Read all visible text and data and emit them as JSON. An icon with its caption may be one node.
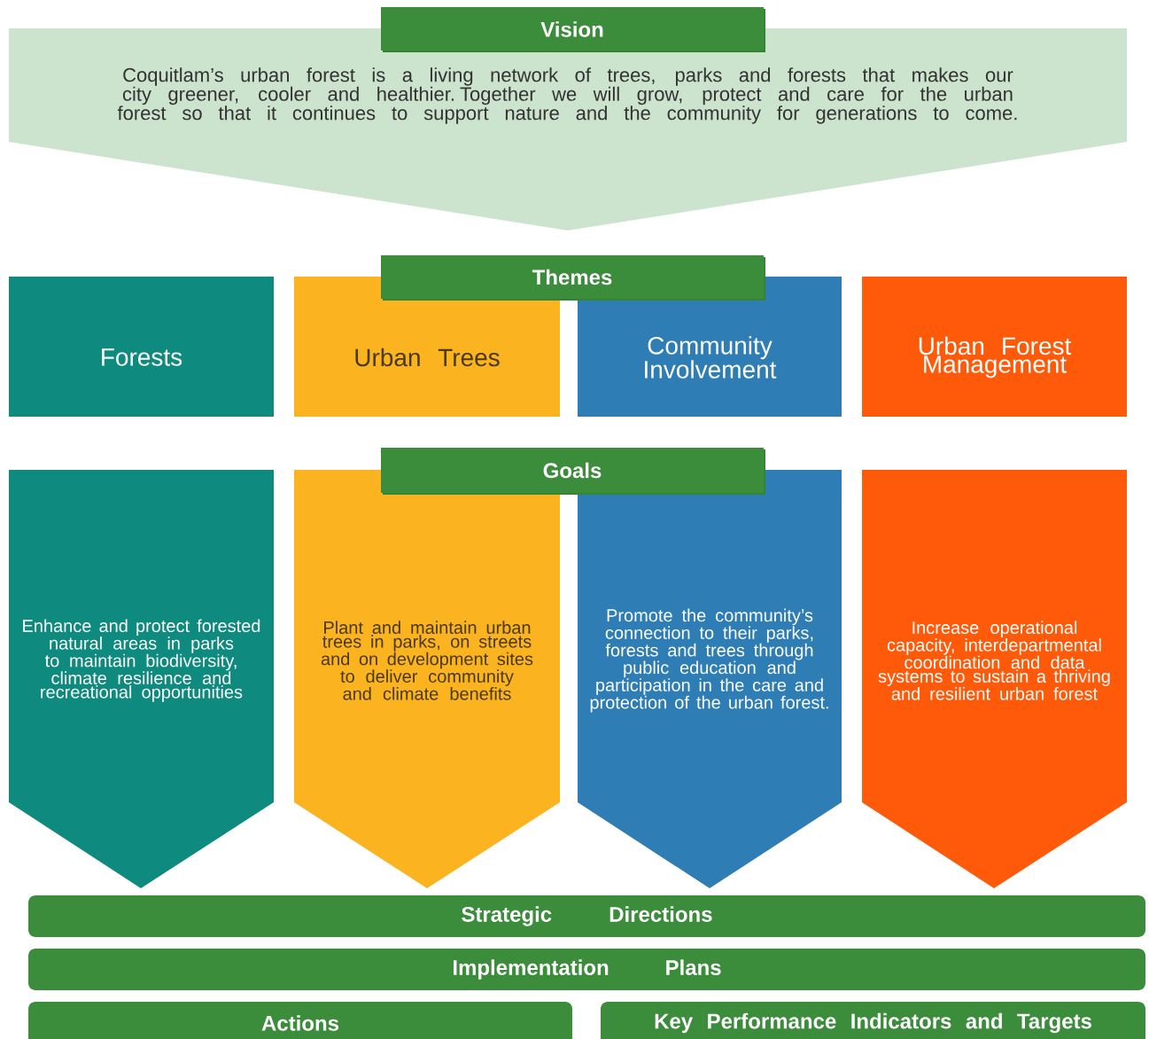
{
  "diagram": {
    "nodes": [
      {
        "text": [
          "Vision",
          "Coquitlam’s urban forest is a living network of trees, parks and forests that makes our city greener, cooler and healthier. Together we will grow, protect and care for the urban forest so that it continues to support nature and the community for generations to come."
        ]
      },
      {
        "text": [
          "Themes"
        ]
      },
      {
        "text": [
          "Forests"
        ]
      },
      {
        "text": [
          "Urban Trees"
        ]
      },
      {
        "text": [
          "Community Involvement"
        ]
      },
      {
        "text": [
          "Urban Forest Management"
        ]
      },
      {
        "text": [
          "Goals"
        ]
      },
      {
        "text": [
          "Enhance and protect forested natural areas in parks to maintain biodiversity, climate resilience and recreational opportunities"
        ]
      },
      {
        "text": [
          "Plant and maintain urban trees in parks, on streets and on development sites to deliver community and climate benefits"
        ]
      },
      {
        "text": [
          "Promote the community’s connection to their parks, forests and trees through public education and participation in the care and protection of the urban forest."
        ]
      },
      {
        "text": [
          "Increase operational capacity, interdepartmental coordination and data systems to sustain a thriving and resilient urban forest"
        ]
      },
      {
        "text": [
          "Strategic Directions"
        ]
      },
      {
        "text": [
          "Implementation Plans"
        ]
      },
      {
        "text": [
          "Actions"
        ]
      },
      {
        "text": [
          "Key Performance Indicators and Targets"
        ]
      }
    ]
  }
}
